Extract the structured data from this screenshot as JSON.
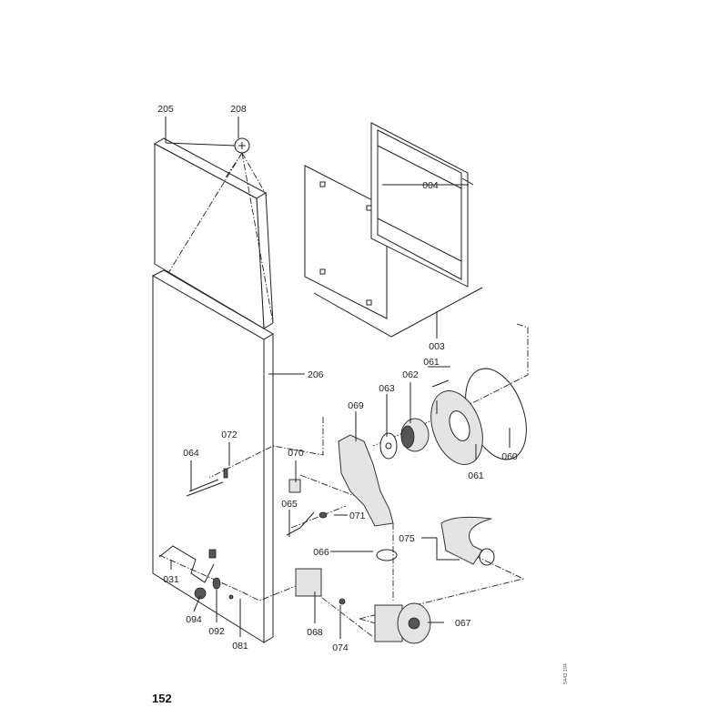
{
  "page_number": "152",
  "drawing_code": "5443 194",
  "labels": {
    "p205": "205",
    "p208": "208",
    "p004": "004",
    "p003": "003",
    "p206": "206",
    "p061a": "061",
    "p062": "062",
    "p063": "063",
    "p069": "069",
    "p060": "060",
    "p061b": "061",
    "p072": "072",
    "p064": "064",
    "p070": "070",
    "p065": "065",
    "p071": "071",
    "p066": "066",
    "p075": "075",
    "p031": "031",
    "p094": "094",
    "p092": "092",
    "p081": "081",
    "p068": "068",
    "p074": "074",
    "p067": "067"
  }
}
